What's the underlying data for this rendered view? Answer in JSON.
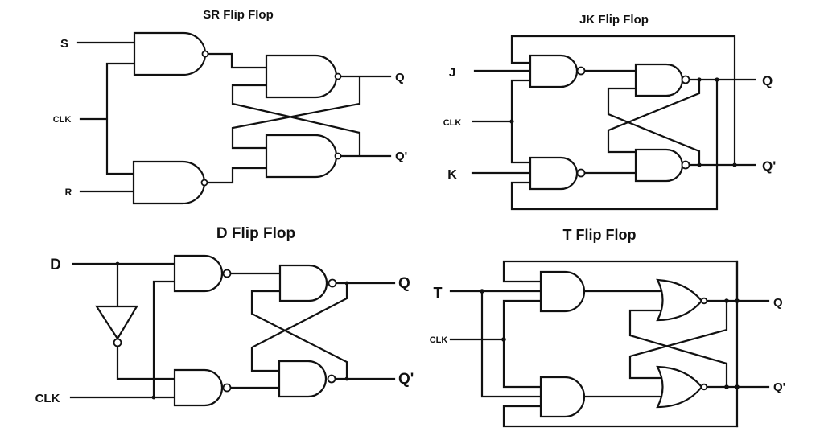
{
  "diagram": {
    "subject": "Flip-flop logic circuits",
    "panels": [
      {
        "id": "sr",
        "title": "SR Flip Flop",
        "inputs": [
          "S",
          "CLK",
          "R"
        ],
        "outputs": [
          "Q",
          "Q'"
        ],
        "gates": [
          "NAND",
          "NAND",
          "NAND",
          "NAND"
        ]
      },
      {
        "id": "jk",
        "title": "JK Flip Flop",
        "inputs": [
          "J",
          "CLK",
          "K"
        ],
        "outputs": [
          "Q",
          "Q'"
        ],
        "gates": [
          "NAND (3-input)",
          "NAND (3-input)",
          "NAND",
          "NAND"
        ]
      },
      {
        "id": "d",
        "title": "D Flip Flop",
        "inputs": [
          "D",
          "CLK"
        ],
        "outputs": [
          "Q",
          "Q'"
        ],
        "gates": [
          "NOT",
          "NAND",
          "NAND",
          "NAND",
          "NAND"
        ]
      },
      {
        "id": "t",
        "title": "T Flip Flop",
        "inputs": [
          "T",
          "CLK"
        ],
        "outputs": [
          "Q",
          "Q'"
        ],
        "gates": [
          "AND (3-input)",
          "AND (3-input)",
          "NOR",
          "NOR"
        ]
      }
    ]
  }
}
